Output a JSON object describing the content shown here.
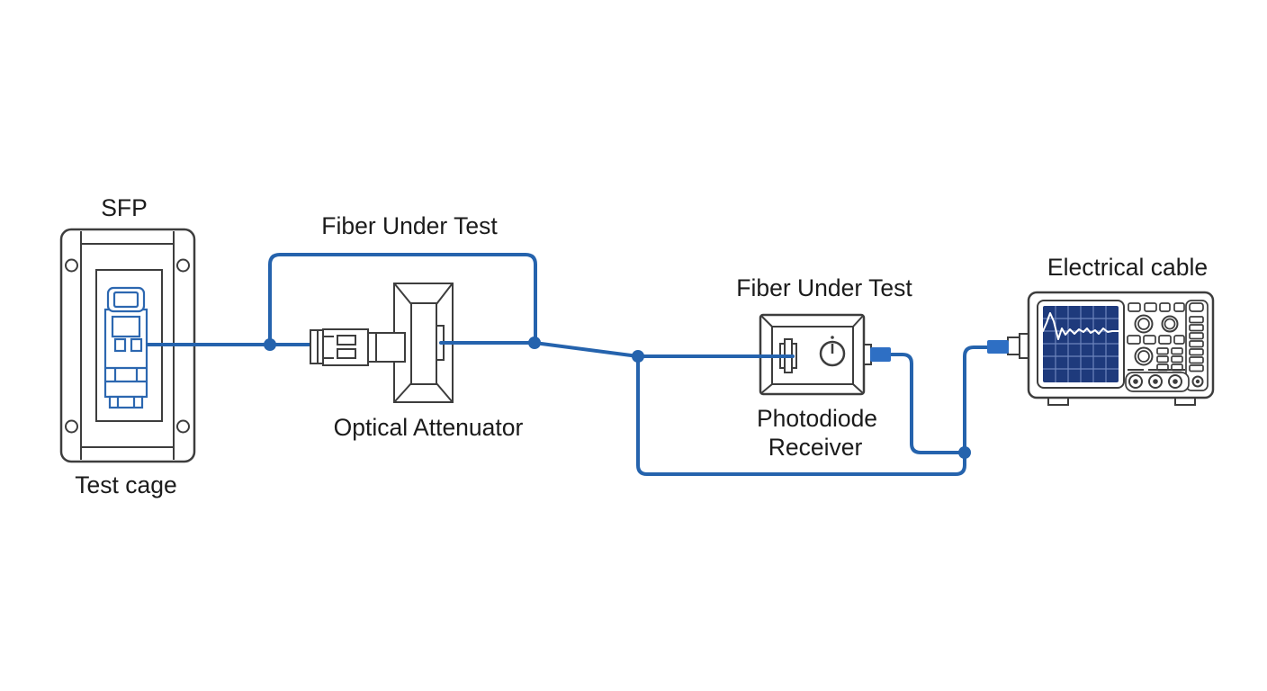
{
  "labels": {
    "sfp": "SFP",
    "test_cage": "Test cage",
    "fiber_under_test_1": "Fiber Under Test",
    "optical_attenuator": "Optical Attenuator",
    "fiber_under_test_2": "Fiber Under Test",
    "photodiode_line1": "Photodiode",
    "photodiode_line2": "Receiver",
    "electrical_cable": "Electrical cable"
  },
  "colors": {
    "background": "#ffffff",
    "fiber_blue": "#2563ad",
    "connector_blue": "#2e6fc4",
    "sfp_module_blue": "#2c67b0",
    "device_outline": "#3d3d3d",
    "screen_navy": "#1e3a7c",
    "screen_grid": "#6d84bd",
    "waveform_white": "#ffffff",
    "text_color": "#1b1b1b"
  }
}
